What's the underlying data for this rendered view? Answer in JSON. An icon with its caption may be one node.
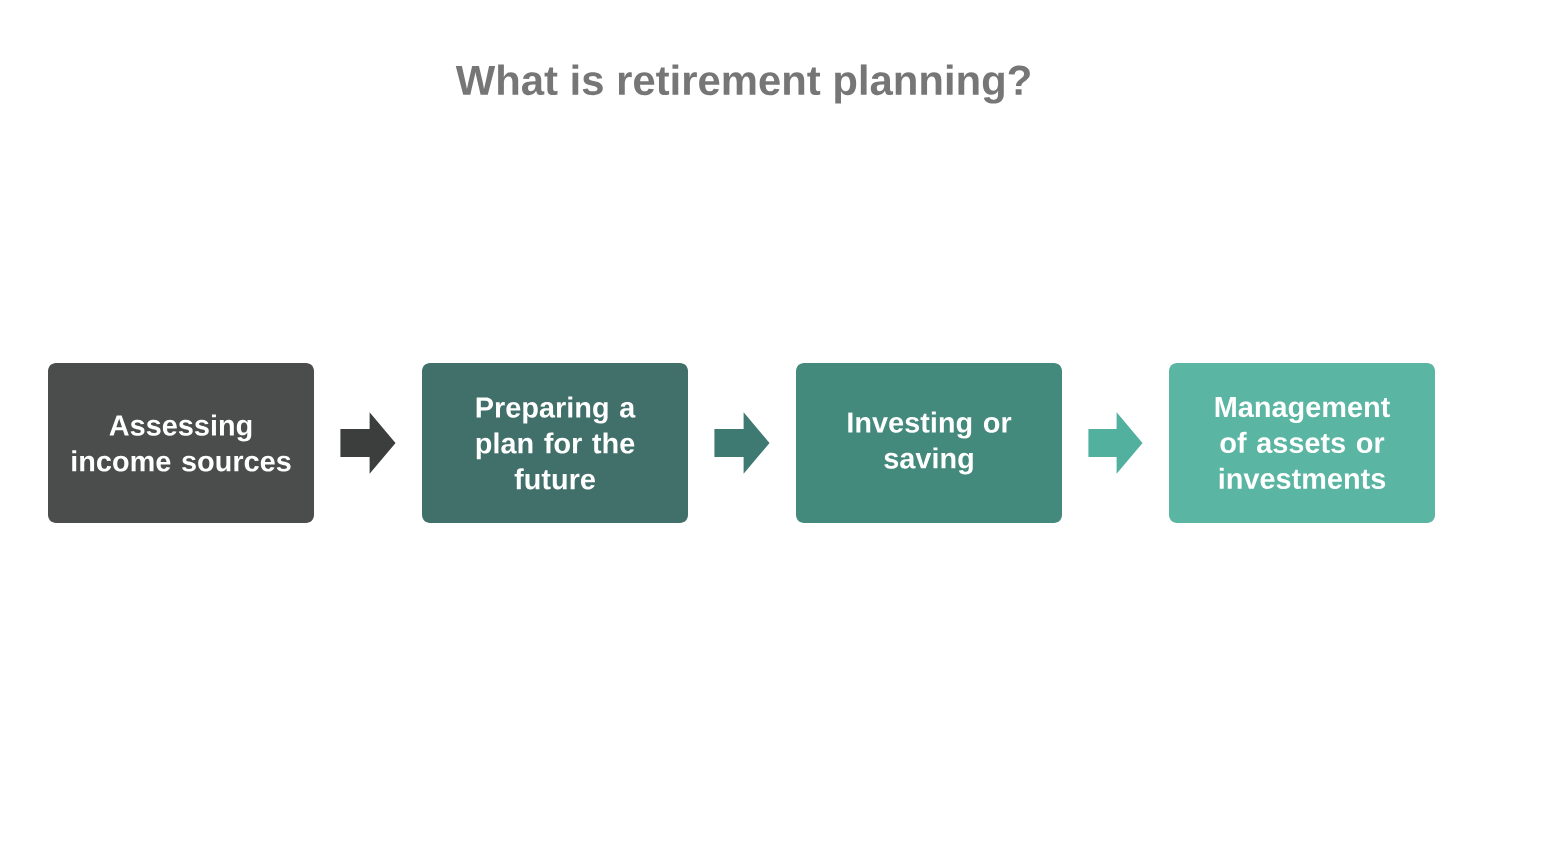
{
  "diagram": {
    "title": "What is retirement planning?",
    "nodes": [
      {
        "text": [
          "Assessing income sources"
        ]
      },
      {
        "text": [
          "Preparing a plan for the future"
        ]
      },
      {
        "text": [
          "Investing or saving"
        ]
      },
      {
        "text": [
          "Management of assets or investments"
        ]
      }
    ],
    "edges": [
      {
        "from": 0,
        "to": 1,
        "arrow": "to",
        "color": "#3c3d3d"
      },
      {
        "from": 1,
        "to": 2,
        "arrow": "to",
        "color": "#3e7a71"
      },
      {
        "from": 2,
        "to": 3,
        "arrow": "to",
        "color": "#52b09e"
      }
    ]
  }
}
